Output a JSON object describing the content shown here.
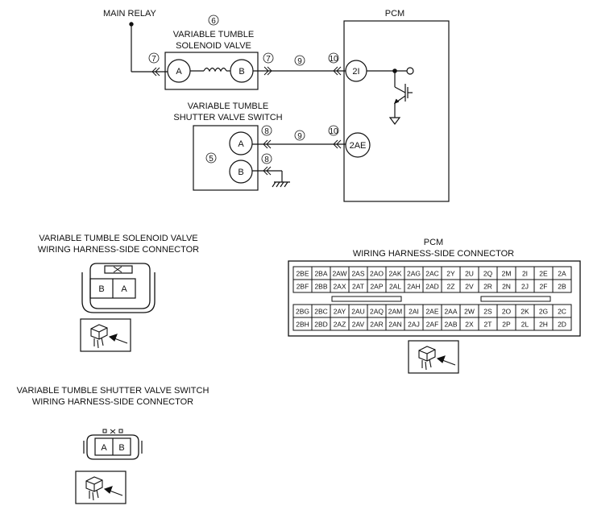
{
  "schematic": {
    "main_relay": "MAIN RELAY",
    "pcm": "PCM",
    "solenoid_title": [
      "VARIABLE TUMBLE",
      "SOLENOID VALVE"
    ],
    "switch_title": [
      "VARIABLE TUMBLE",
      "SHUTTER VALVE SWITCH"
    ],
    "callouts": {
      "c5": "5",
      "c6": "6",
      "c7a": "7",
      "c7b": "7",
      "c9a": "9",
      "c9b": "9",
      "c10a": "10",
      "c10b": "10",
      "c8a": "8",
      "c8b": "8"
    },
    "solenoid_pins": [
      "A",
      "B"
    ],
    "switch_pins": [
      "A",
      "B"
    ],
    "pcm_pins": [
      "2I",
      "2AE"
    ]
  },
  "connectors": {
    "solenoid_title": [
      "VARIABLE TUMBLE SOLENOID VALVE",
      "WIRING HARNESS-SIDE CONNECTOR"
    ],
    "solenoid_cells": [
      "B",
      "A"
    ],
    "switch_title": [
      "VARIABLE TUMBLE SHUTTER VALVE SWITCH",
      "WIRING HARNESS-SIDE CONNECTOR"
    ],
    "switch_cells": [
      "A",
      "B"
    ],
    "pcm_title": [
      "PCM",
      "WIRING HARNESS-SIDE CONNECTOR"
    ],
    "pcm_upper": [
      [
        "2BE",
        "2BA",
        "2AW",
        "2AS",
        "2AO",
        "2AK",
        "2AG",
        "2AC",
        "2Y",
        "2U",
        "2Q",
        "2M",
        "2I",
        "2E",
        "2A"
      ],
      [
        "2BF",
        "2BB",
        "2AX",
        "2AT",
        "2AP",
        "2AL",
        "2AH",
        "2AD",
        "2Z",
        "2V",
        "2R",
        "2N",
        "2J",
        "2F",
        "2B"
      ]
    ],
    "pcm_lower": [
      [
        "2BG",
        "2BC",
        "2AY",
        "2AU",
        "2AQ",
        "2AM",
        "2AI",
        "2AE",
        "2AA",
        "2W",
        "2S",
        "2O",
        "2K",
        "2G",
        "2C"
      ],
      [
        "2BH",
        "2BD",
        "2AZ",
        "2AV",
        "2AR",
        "2AN",
        "2AJ",
        "2AF",
        "2AB",
        "2X",
        "2T",
        "2P",
        "2L",
        "2H",
        "2D"
      ]
    ]
  }
}
